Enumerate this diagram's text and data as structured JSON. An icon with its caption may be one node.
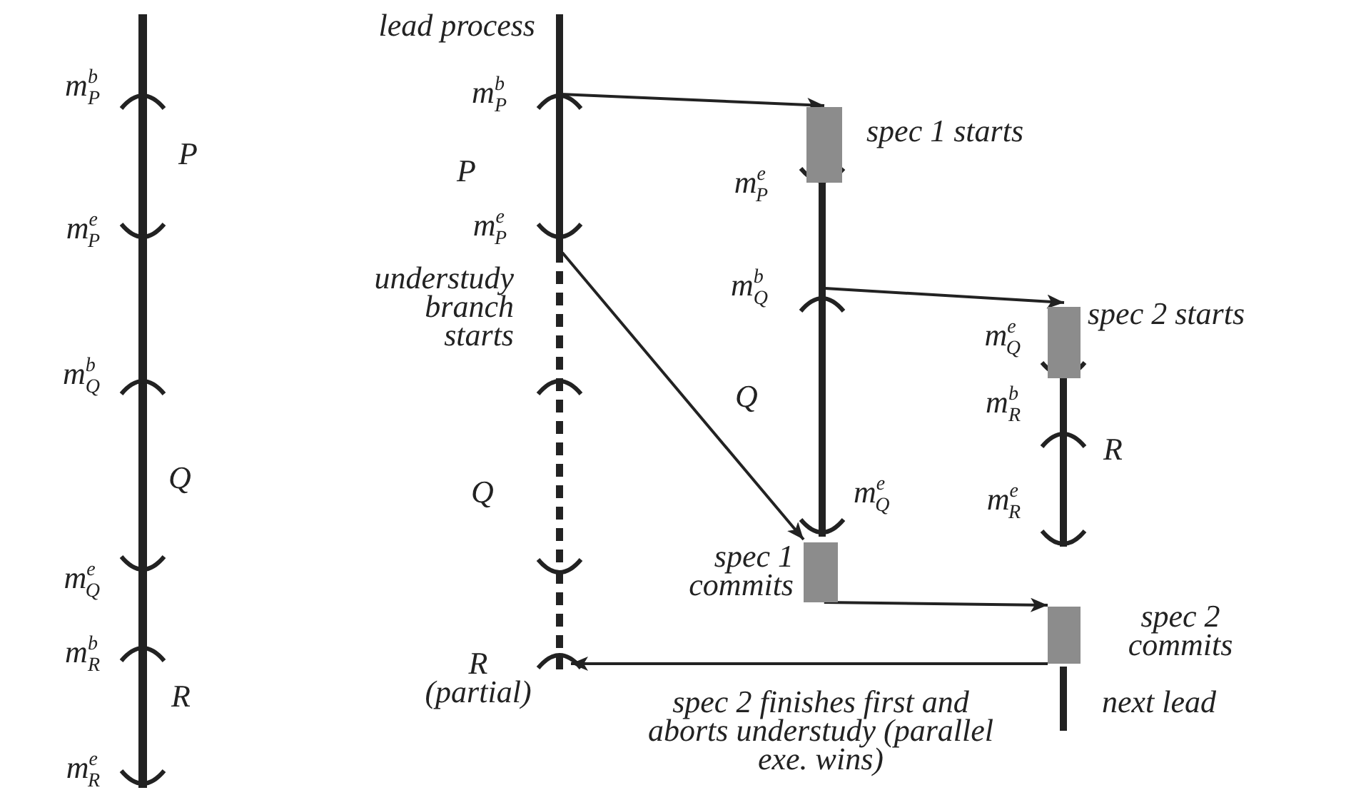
{
  "diagram": {
    "nodes": [
      {
        "text": [
          "lead process"
        ]
      },
      {
        "text": [
          "understudy branch starts"
        ]
      },
      {
        "text": [
          "spec 1 starts"
        ]
      },
      {
        "text": [],
        "shape": "bar"
      },
      {
        "text": [
          "spec 1 commits"
        ]
      },
      {
        "text": [
          "spec 2 starts"
        ]
      },
      {
        "text": [],
        "shape": "bar"
      },
      {
        "text": [
          "spec 2 commits"
        ]
      },
      {
        "text": [
          "next lead"
        ]
      }
    ],
    "edges": [
      {
        "from": 0,
        "to": 2,
        "arrow": "to"
      },
      {
        "from": 0,
        "to": 4,
        "arrow": "to"
      },
      {
        "from": 3,
        "to": 5,
        "arrow": "to"
      },
      {
        "from": 4,
        "to": 7,
        "arrow": "to"
      },
      {
        "from": 7,
        "to": 1,
        "arrow": "to",
        "label": "spec 2 finishes first and aborts understudy (parallel exe. wins)"
      }
    ],
    "labels": [
      "m$^{b}$$_{P}$",
      "P",
      "m$^{e}$$_{P}$",
      "m$^{b}$$_{Q}$",
      "Q",
      "m$^{e}$$_{Q}$",
      "m$^{b}$$_{R}$",
      "R",
      "m$^{e}$$_{R}$",
      "m$^{b}$$_{P}$",
      "P",
      "m$^{e}$$_{P}$",
      "Q",
      "R (partial)",
      "m$^{e}$$_{P}$",
      "m$^{b}$$_{Q}$",
      "Q",
      "m$^{e}$$_{Q}$",
      "m$^{e}$$_{Q}$",
      "m$^{b}$$_{R}$",
      "R",
      "m$^{e}$$_{R}$"
    ]
  }
}
